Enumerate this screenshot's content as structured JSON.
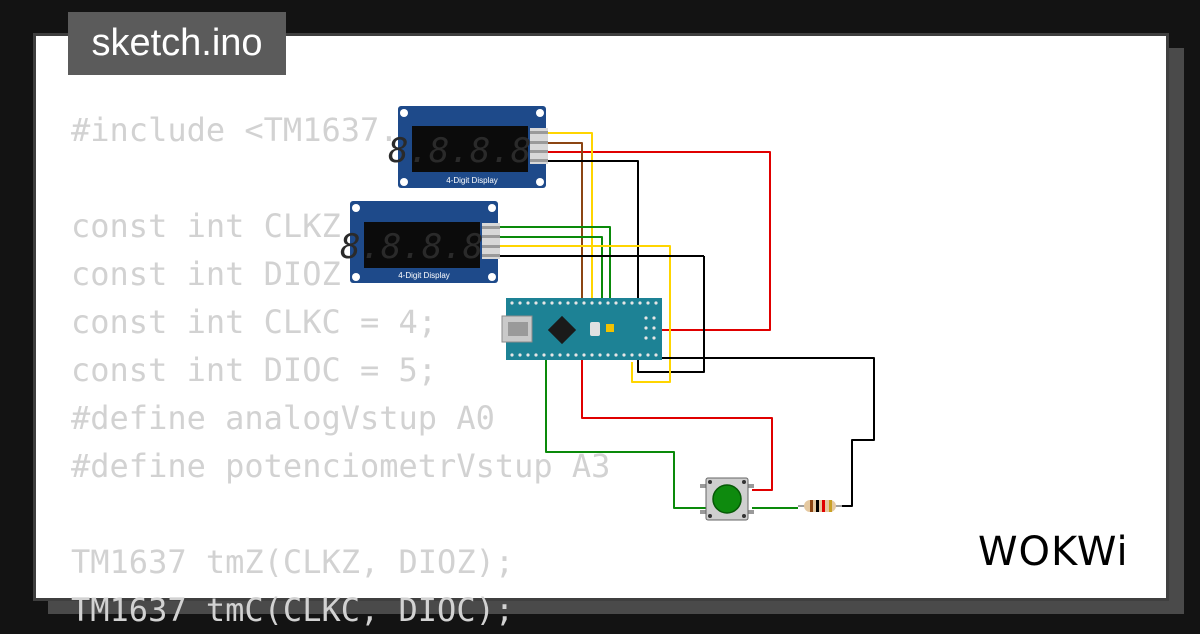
{
  "tab": {
    "filename": "sketch.ino"
  },
  "code": {
    "lines": [
      "#include <TM1637.",
      "",
      "const int CLKZ",
      "const int DIOZ",
      "const int CLKC = 4;",
      "const int DIOC = 5;",
      "#define analogVstup A0",
      "#define potenciometrVstup A3",
      "",
      "TM1637 tmZ(CLKZ, DIOZ);",
      "TM1637 tmC(CLKC, DIOC);"
    ]
  },
  "circuit": {
    "display_top": {
      "label": "4-Digit Display",
      "digits": "8.8.8.8."
    },
    "display_bottom": {
      "label": "4-Digit Display",
      "digits": "8.8.8.8."
    },
    "board_icon": "arduino-nano-icon",
    "button_icon": "pushbutton-icon",
    "resistor_icon": "resistor-icon"
  },
  "logo": {
    "text": "WOKWi"
  },
  "colors": {
    "background": "#131313",
    "card": "#ffffff",
    "code_text": "#d2d2d2",
    "tab_bg": "#5b5b5b",
    "display_board": "#1e4a8a",
    "arduino_board": "#1d8295",
    "wire_red": "#e00000",
    "wire_yellow": "#ffd500",
    "wire_green": "#0a8a0a",
    "wire_black": "#000000",
    "wire_brown": "#8b4513",
    "button_green": "#0e8a0e"
  }
}
